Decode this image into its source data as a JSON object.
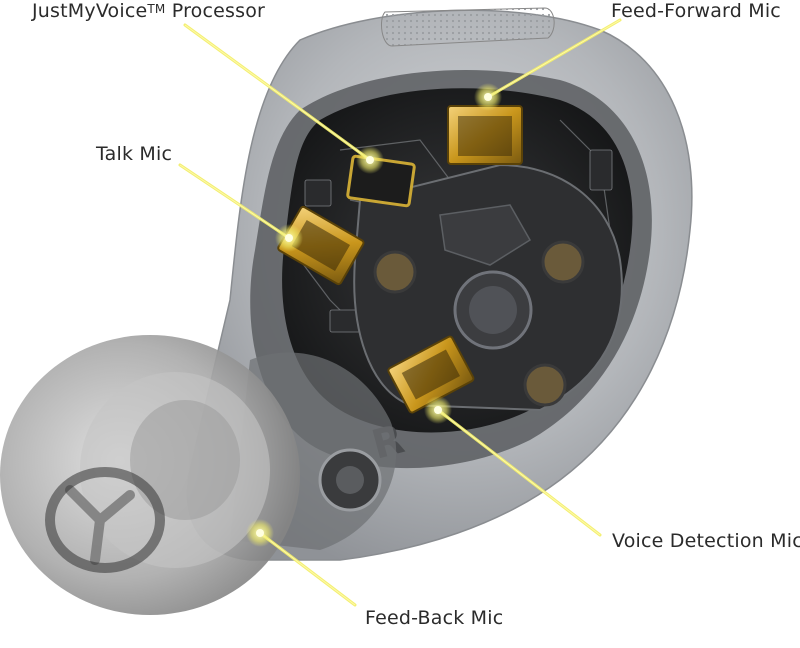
{
  "image_title": "",
  "palette": {
    "background": "#ffffff",
    "shell": "#b9bcc0",
    "chip_gold": "#c9961c",
    "callout_glow": "#f2ee6a",
    "label_text": "#2b2b2b"
  },
  "callouts": {
    "processor": {
      "label_main": "JustMyVoice",
      "label_tm": "TM",
      "label_tail": " Processor"
    },
    "feed_forward": {
      "label": "Feed-Forward Mic"
    },
    "talk": {
      "label": "Talk Mic"
    },
    "voice_detection": {
      "label": "Voice Detection Mic"
    },
    "feed_back": {
      "label": "Feed-Back Mic"
    }
  },
  "earbud": {
    "side_marking": "R"
  }
}
